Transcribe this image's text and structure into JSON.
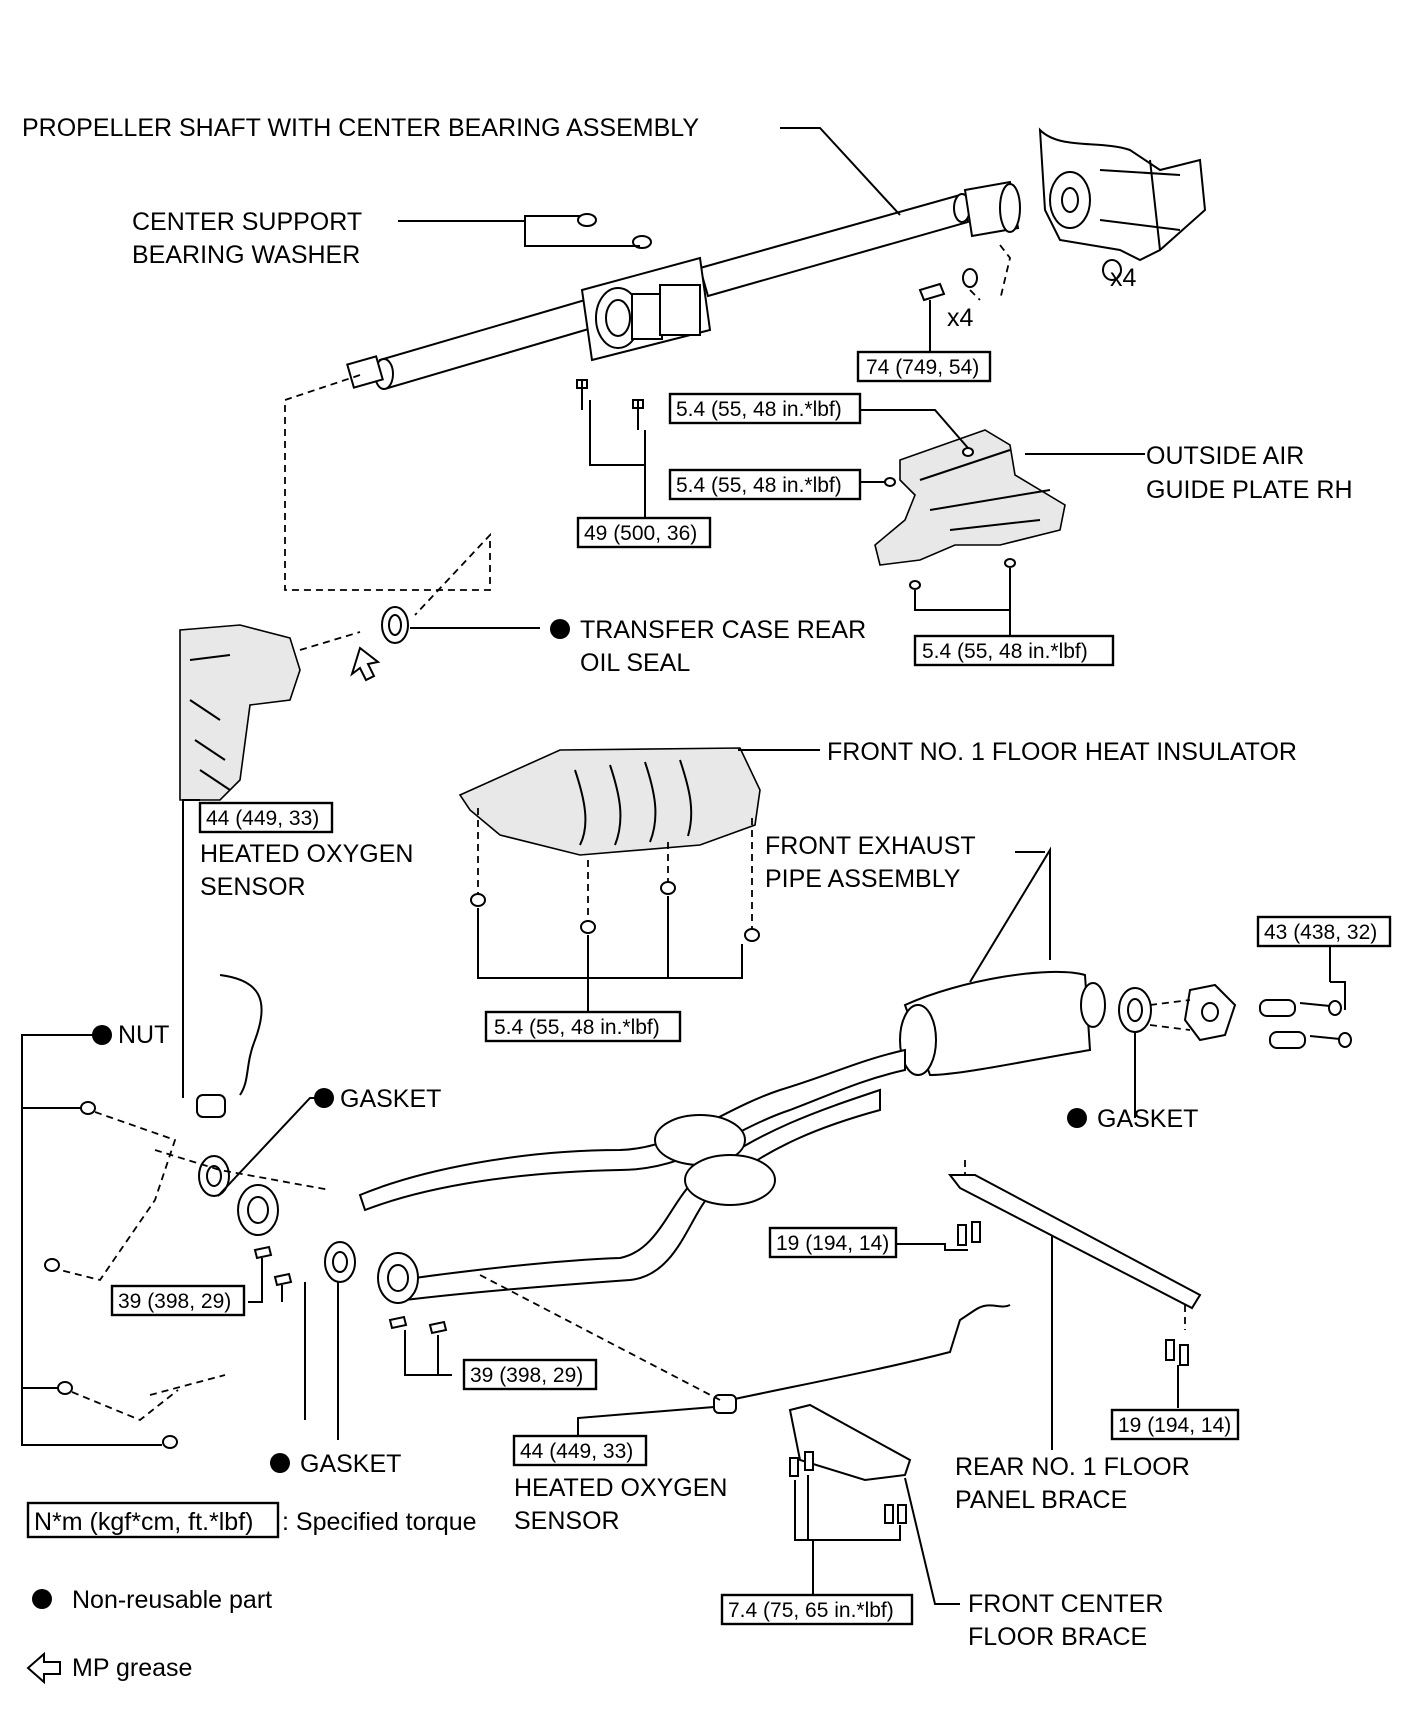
{
  "labels": {
    "propeller_shaft": "PROPELLER SHAFT WITH CENTER BEARING ASSEMBLY",
    "center_washer_1": "CENTER SUPPORT",
    "center_washer_2": "BEARING WASHER",
    "qty_x4_a": "x4",
    "qty_x4_b": "x4",
    "outside_air_1": "OUTSIDE AIR",
    "outside_air_2": "GUIDE PLATE RH",
    "oil_seal_1": "TRANSFER CASE REAR",
    "oil_seal_2": "OIL SEAL",
    "floor_insulator": "FRONT NO. 1 FLOOR HEAT INSULATOR",
    "exhaust_pipe_1": "FRONT EXHAUST",
    "exhaust_pipe_2": "PIPE ASSEMBLY",
    "o2_sensor_upper_1": "HEATED OXYGEN",
    "o2_sensor_upper_2": "SENSOR",
    "nut": "NUT",
    "gasket_1": "GASKET",
    "gasket_2": "GASKET",
    "gasket_3": "GASKET",
    "o2_sensor_lower_1": "HEATED OXYGEN",
    "o2_sensor_lower_2": "SENSOR",
    "rear_brace_1": "REAR NO. 1 FLOOR",
    "rear_brace_2": "PANEL BRACE",
    "front_brace_1": "FRONT CENTER",
    "front_brace_2": "FLOOR BRACE"
  },
  "torques": {
    "shaft_flange": "74 (749, 54)",
    "plate_top": "5.4 (55, 48 in.*lbf)",
    "plate_mid": "5.4 (55, 48 in.*lbf)",
    "center_bearing": "49 (500, 36)",
    "plate_bottom": "5.4 (55, 48 in.*lbf)",
    "o2_upper": "44 (449, 33)",
    "insulator": "5.4 (55, 48 in.*lbf)",
    "exhaust_rear": "43 (438, 32)",
    "rear_brace_front": "19 (194, 14)",
    "flange_left_1": "39 (398, 29)",
    "flange_left_2": "39 (398, 29)",
    "rear_brace_rear": "19 (194, 14)",
    "o2_lower": "44 (449, 33)",
    "front_brace": "7.4 (75, 65 in.*lbf)"
  },
  "legend": {
    "torque_unit": "N*m (kgf*cm, ft.*lbf)",
    "torque_desc": ": Specified torque",
    "non_reusable": "Non-reusable part",
    "mp_grease": "MP grease"
  }
}
